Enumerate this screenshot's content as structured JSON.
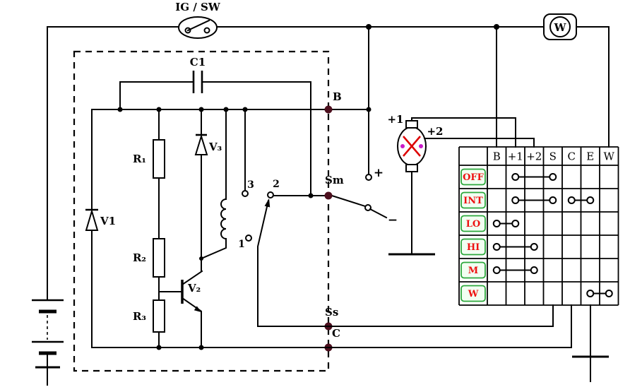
{
  "labels": {
    "ig_sw": "IG / SW",
    "washer_w": "W",
    "c1": "C1",
    "b": "B",
    "sm": "Sm",
    "ss": "Ss",
    "c": "C",
    "r1": "R₁",
    "r2": "R₂",
    "r3": "R₃",
    "v1": "V1",
    "v2": "V₂",
    "v3": "V₃",
    "pos1": "1",
    "pos2": "2",
    "pos3": "3",
    "plus": "+",
    "minus": "−",
    "motor_plus1": "+1",
    "motor_plus2": "+2"
  },
  "table": {
    "columns": [
      "B",
      "+1",
      "+2",
      "S",
      "C",
      "E",
      "W"
    ],
    "rows": [
      {
        "label": "OFF",
        "connections": [
          [
            "+1",
            "S"
          ]
        ]
      },
      {
        "label": "INT",
        "connections": [
          [
            "+1",
            "S"
          ],
          [
            "C",
            "E"
          ]
        ]
      },
      {
        "label": "LO",
        "connections": [
          [
            "B",
            "+1"
          ]
        ]
      },
      {
        "label": "HI",
        "connections": [
          [
            "B",
            "+2"
          ]
        ]
      },
      {
        "label": "M",
        "connections": [
          [
            "B",
            "+2"
          ]
        ]
      },
      {
        "label": "W",
        "connections": [
          [
            "E",
            "W"
          ]
        ]
      }
    ]
  },
  "colors": {
    "wire": "#000000",
    "terminal": "#4d0f1e",
    "motor_cross": "#dd0000",
    "brush_dot": "#c81bc8",
    "row_label_text": "#ee1111",
    "row_label_border": "#2ca83c",
    "row_label_fill": "#f2fff2"
  }
}
